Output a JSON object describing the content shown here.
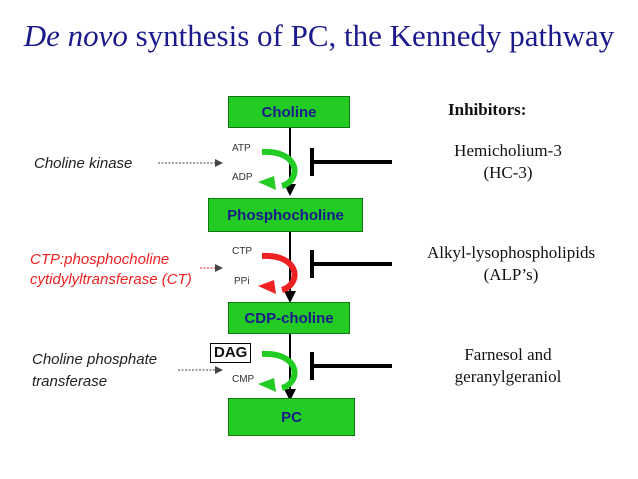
{
  "title": {
    "italic": "De novo",
    "rest": " synthesis of PC, the Kennedy pathway"
  },
  "metabolites": {
    "choline": "Choline",
    "phosphocholine": "Phosphocholine",
    "cdp_choline": "CDP-choline",
    "pc": "PC"
  },
  "cofactors": {
    "step1_in": "ATP",
    "step1_out": "ADP",
    "step2_in": "CTP",
    "step2_out": "PPi",
    "step3_in": "DAG",
    "step3_out": "CMP"
  },
  "enzymes": {
    "step1": "Choline kinase",
    "step2_line1": "CTP:phosphocholine",
    "step2_line2": "cytidylyltransferase (CT)",
    "step3_line1": "Choline phosphate",
    "step3_line2": "transferase"
  },
  "inhibitors": {
    "heading": "Inhibitors:",
    "step1_line1": "Hemicholium-3",
    "step1_line2": "(HC-3)",
    "step2_line1": "Alkyl-lysophospholipids",
    "step2_line2": "(ALP’s)",
    "step3_line1": "Farnesol and",
    "step3_line2": "geranylgeraniol"
  },
  "colors": {
    "box_green": "#22cc22",
    "title_blue": "#1a1a8c",
    "ct_red": "#ee2222",
    "arrow_green": "#22cc22",
    "arrow_red": "#ee2222"
  }
}
